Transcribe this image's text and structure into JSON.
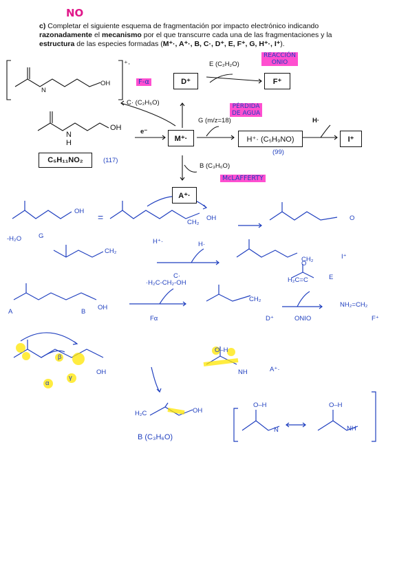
{
  "header": {
    "mark": "NO",
    "item_letter": "c)",
    "instruction_line1": "Completar el siguiente esquema de fragmentación por impacto electrónico indicando",
    "instruction_line2_bold1": "razonadamente",
    "instruction_line2_mid": " el ",
    "instruction_line2_bold2": "mecanismo",
    "instruction_line2_rest": " por el que transcurre cada una de las fragmentaciones y la",
    "instruction_line3_bold": "estructura",
    "instruction_line3_rest": " de las especies formadas (",
    "instruction_line3_species": "M⁺·, A⁺·, B, C·, D⁺, E, F⁺, G, H⁺·, I⁺",
    "instruction_line3_end": ")."
  },
  "scheme": {
    "formula": "C₅H₁₁NO₂",
    "mass_note": "(117)",
    "electron": "e⁻",
    "M": "M⁺·",
    "A": "A⁺·",
    "D": "D⁺",
    "F": "F⁺",
    "H": "H⁺· (C₅H₉NO)",
    "I": "I⁺",
    "C_label": "C· (C₂H₅O)",
    "E_label": "E (C₂H₂O)",
    "G_label": "G (m/z=18)",
    "B_label": "B (C₃H₆O)",
    "H_radical": "H·",
    "H_mass": "(99)",
    "bracket_charge": "⁺·",
    "OH": "OH",
    "NH": "N",
    "H_atom": "H"
  },
  "annotations": {
    "reaccion_line1": "REACCIÓN",
    "reaccion_line2": "ONIO",
    "f_alpha": "F-α",
    "perdida_line1": "PÉRDIDA",
    "perdida_line2": "DE AGUA",
    "mclafferty": "McLAFFERTY"
  },
  "handwritten": {
    "row1_oh": "OH",
    "row1_eq": "=",
    "row1_oh2": "OH",
    "row1_ch2": "CH₂",
    "row1_o_plus": "O",
    "row2_minus_water": "-H₂O",
    "row2_G": "G",
    "row2_ch2": "CH₂",
    "row2_hdot": "H⁺·",
    "row2_hdot2": "H·",
    "row2_I": "I⁺",
    "row2_ch2b": "CH₂",
    "row3_ketene": "H₂C=C",
    "row3_O": "O",
    "row3_E": "E",
    "row3_chain": "·H₂C-CH₂-OH",
    "row3_cdot": "C·",
    "row3_A": "A",
    "row3_B": "B",
    "row3_OH": "OH",
    "row3_fa": "Fα",
    "row3_ch2": "CH₂",
    "row3_D": "D⁺",
    "row3_onio": "ONIO",
    "row3_nh2": "NH₂=CH₂",
    "row3_F": "F⁺",
    "row4_alpha": "α",
    "row4_beta": "β",
    "row4_gamma": "γ",
    "row4_OH": "OH",
    "row4_OH_plus": "O–H",
    "row4_NH": "NH",
    "row4_A": "A⁺·",
    "row5_alkene": "H₂C",
    "row5_OH": "OH",
    "row5_B": "B (C₃H₆O)",
    "row5_OH1": "O–H",
    "row5_N": "N",
    "row5_OH2": "O–H",
    "row5_NH": "NH"
  }
}
